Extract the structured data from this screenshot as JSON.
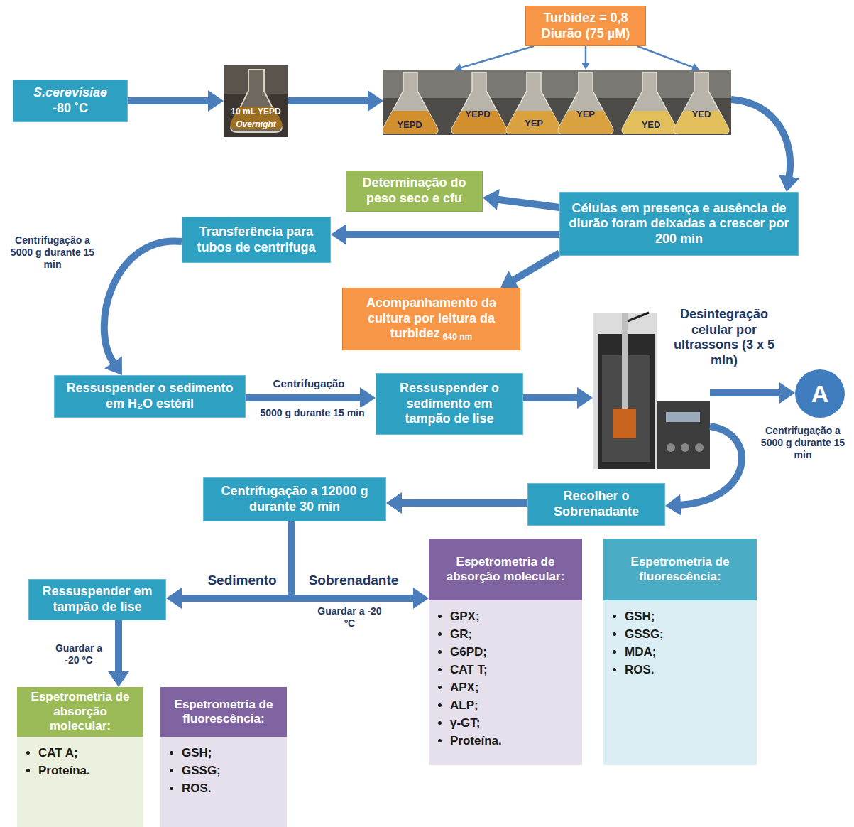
{
  "diagram": {
    "nodes": [
      {
        "text": [
          "S.cerevisiae",
          "-80 ˚C"
        ]
      },
      {
        "text": [
          "10 mL YEPD",
          "Overnight"
        ]
      },
      {
        "text": [
          "Turbidez = 0,8 Diurão (75 µM)"
        ]
      },
      {
        "text": [
          "YEPD",
          "YEPD",
          "YEP",
          "YEP",
          "YED",
          "YED"
        ]
      },
      {
        "text": [
          "Determinação do peso seco e cfu"
        ]
      },
      {
        "text": [
          "Células em presença e ausência de diurão foram deixadas a crescer por 200 min"
        ]
      },
      {
        "text": [
          "Transferência para tubos de centrifuga"
        ]
      },
      {
        "text": [
          "Acompanhamento da cultura por leitura da turbidez",
          "640 nm"
        ]
      },
      {
        "text": [
          "Ressuspender o sedimento em H₂O estéril"
        ]
      },
      {
        "text": [
          "Ressuspender o sedimento em tampão de lise"
        ]
      },
      {
        "text": [
          "Desintegração celular por ultrassons (3 x 5 min)"
        ]
      },
      {
        "text": [
          "A"
        ]
      },
      {
        "text": [
          "Recolher o Sobrenadante"
        ]
      },
      {
        "text": [
          "Centrifugação a 12000 g durante 30 min"
        ]
      },
      {
        "text": [
          "Ressuspender em tampão de lise"
        ]
      },
      {
        "text": [
          "Espetrometria de absorção molecular:",
          "CAT A;",
          "Proteína."
        ]
      },
      {
        "text": [
          "Espetrometria de fluorescência:",
          "GSH;",
          "GSSG;",
          "ROS."
        ]
      },
      {
        "text": [
          "Espetrometria de absorção molecular:",
          "GPX;",
          "GR;",
          "G6PD;",
          "CAT T;",
          "APX;",
          "ALP;",
          "γ-GT;",
          "Proteína."
        ]
      },
      {
        "text": [
          "Espetrometria de fluorescência:",
          "GSH;",
          "GSSG;",
          "MDA;",
          "ROS."
        ]
      }
    ],
    "edges": [
      {
        "from": 0,
        "to": 1,
        "arrow": "to"
      },
      {
        "from": 1,
        "to": 3,
        "arrow": "to"
      },
      {
        "from": 2,
        "to": 3,
        "arrow": "to"
      },
      {
        "from": 2,
        "to": 3,
        "arrow": "to"
      },
      {
        "from": 2,
        "to": 3,
        "arrow": "to"
      },
      {
        "from": 3,
        "to": 5,
        "arrow": "to"
      },
      {
        "from": 5,
        "to": 4,
        "arrow": "to"
      },
      {
        "from": 5,
        "to": 6,
        "arrow": "to"
      },
      {
        "from": 5,
        "to": 7,
        "arrow": "to"
      },
      {
        "from": 6,
        "to": 8,
        "label": "Centrifugação a 5000 g durante 15 min",
        "arrow": "to"
      },
      {
        "from": 8,
        "to": 9,
        "label": "Centrifugação",
        "arrow": "to"
      },
      {
        "from": 9,
        "to": 10,
        "arrow": "to"
      },
      {
        "from": 10,
        "to": 11,
        "arrow": "to"
      },
      {
        "from": 10,
        "to": 12,
        "label": "Centrifugação a 5000 g durante 15 min",
        "arrow": "to"
      },
      {
        "from": 12,
        "to": 13,
        "arrow": "to"
      },
      {
        "from": 13,
        "to": 14,
        "label": "Sedimento",
        "arrow": "to"
      },
      {
        "from": 13,
        "to": 17,
        "label": "Sobrenadante",
        "arrow": "to"
      },
      {
        "from": 14,
        "to": 15,
        "label": "Guardar a -20 ºC",
        "arrow": "to"
      }
    ],
    "labels": [
      "5000 g durante 15 min",
      "Guardar a -20 ºC"
    ]
  }
}
